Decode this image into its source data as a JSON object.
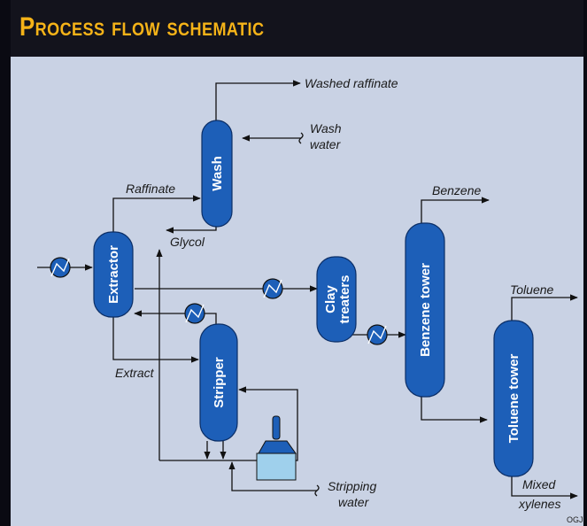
{
  "title": "Process flow schematic",
  "units": {
    "wash": "Wash",
    "extractor": "Extractor",
    "stripper": "Stripper",
    "clay_treaters_line1": "Clay",
    "clay_treaters_line2": "treaters",
    "benzene_tower": "Benzene tower",
    "toluene_tower": "Toluene tower"
  },
  "streams": {
    "washed_raffinate": "Washed raffinate",
    "wash_water_line1": "Wash",
    "wash_water_line2": "water",
    "raffinate": "Raffinate",
    "glycol": "Glycol",
    "extract": "Extract",
    "benzene": "Benzene",
    "toluene": "Toluene",
    "stripping_water_line1": "Stripping",
    "stripping_water_line2": "water",
    "mixed_xylenes_line1": "Mixed",
    "mixed_xylenes_line2": "xylenes"
  },
  "credit": "OGJ",
  "colors": {
    "vessel": "#1d5fb8",
    "background": "#c9d2e4",
    "title_bar": "#13131c",
    "title_text": "#f5b318"
  }
}
